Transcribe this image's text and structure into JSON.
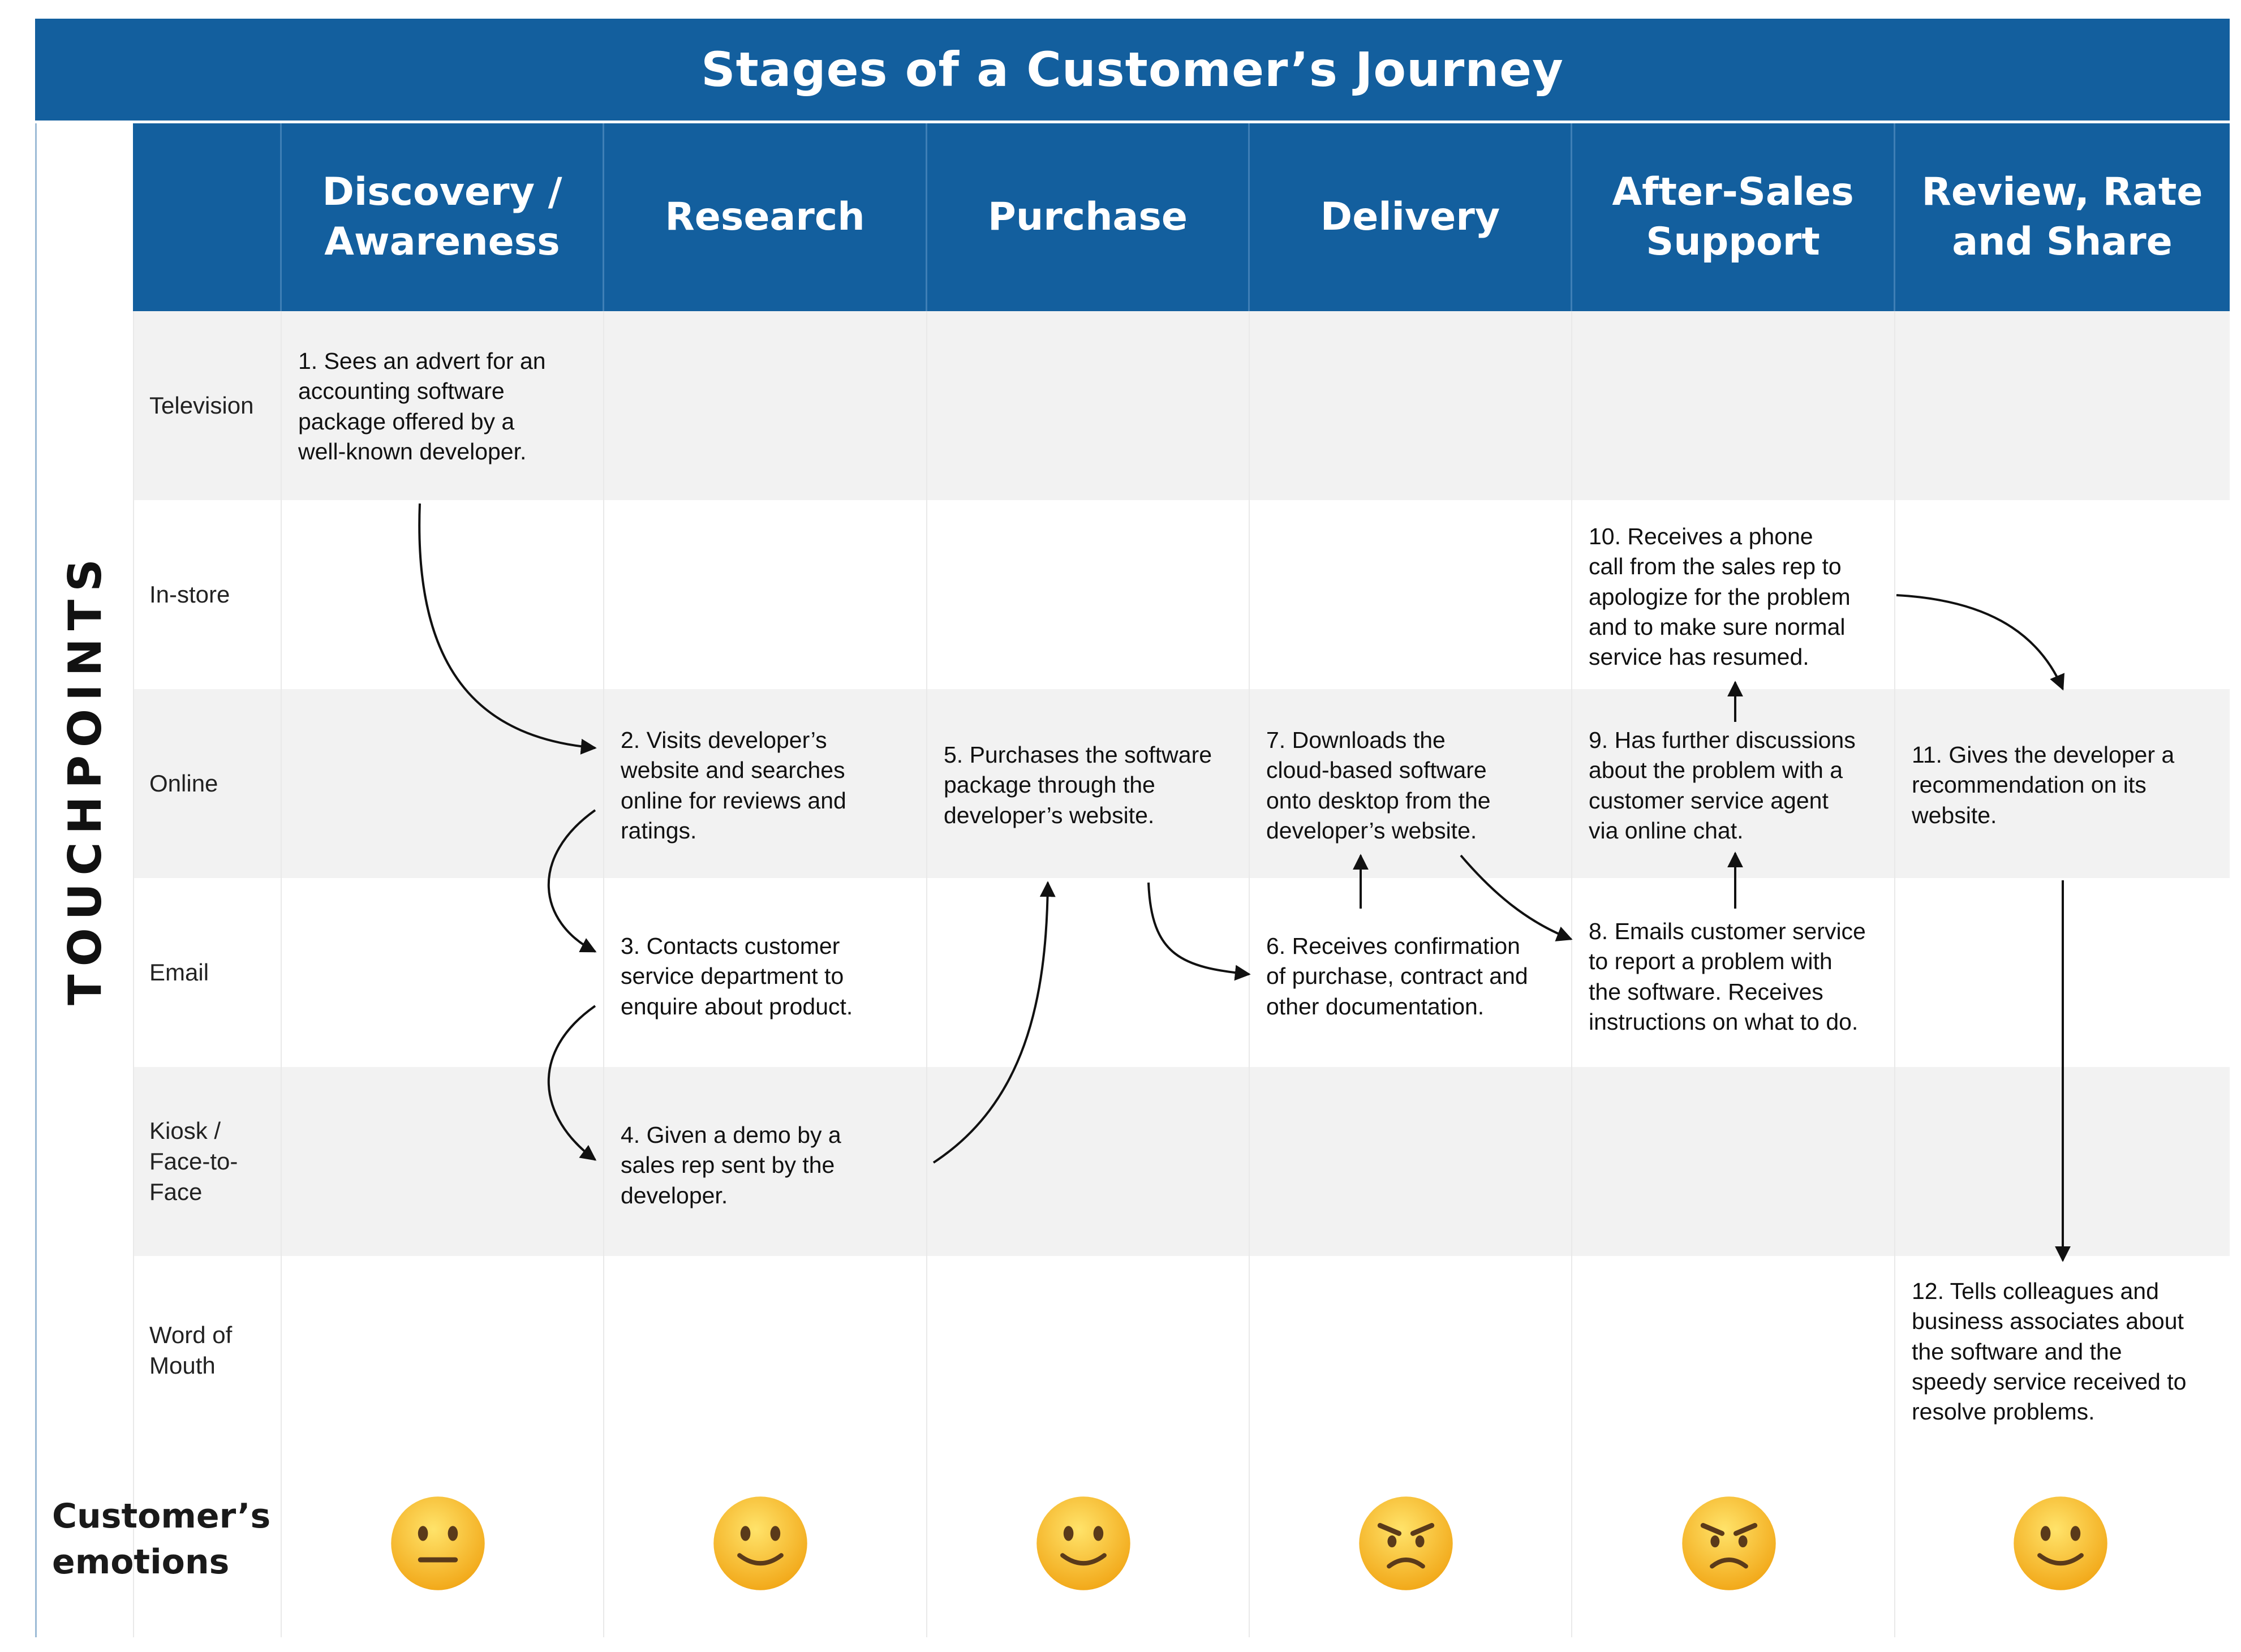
{
  "title": "Stages of a Customer’s Journey",
  "side_label": "TOUCHPOINTS",
  "stages": [
    {
      "label": "Discovery /\nAwareness"
    },
    {
      "label": "Research"
    },
    {
      "label": "Purchase"
    },
    {
      "label": "Delivery"
    },
    {
      "label": "After-Sales\nSupport"
    },
    {
      "label": "Review, Rate\nand Share"
    }
  ],
  "touchpoints": [
    {
      "label": "Television"
    },
    {
      "label": "In-store"
    },
    {
      "label": "Online"
    },
    {
      "label": "Email"
    },
    {
      "label": "Kiosk /\nFace-to-\nFace"
    },
    {
      "label": "Word of\nMouth"
    }
  ],
  "steps": [
    {
      "text": "1. Sees an advert for an\naccounting software\npackage offered by a\nwell-known developer."
    },
    {
      "text": "2. Visits developer’s\nwebsite and searches\nonline for reviews and\nratings."
    },
    {
      "text": "3. Contacts customer\nservice department to\nenquire about product."
    },
    {
      "text": "4. Given a demo by a\nsales rep sent by the\ndeveloper."
    },
    {
      "text": "5. Purchases the software\npackage through the\ndeveloper’s website."
    },
    {
      "text": "6. Receives confirmation\nof purchase, contract and\nother documentation."
    },
    {
      "text": "7. Downloads the\ncloud-based software\nonto desktop from the\ndeveloper’s website."
    },
    {
      "text": "8. Emails customer service\nto report a problem with\nthe software. Receives\ninstructions on what to do."
    },
    {
      "text": "9. Has further discussions\nabout the problem with a\ncustomer service agent\nvia online chat."
    },
    {
      "text": "10. Receives a phone\ncall from the sales rep to\napologize for the problem\nand to make sure normal\nservice has resumed."
    },
    {
      "text": "11. Gives the developer a\nrecommendation on its\nwebsite."
    },
    {
      "text": "12. Tells colleagues and\nbusiness associates about\nthe software and the\nspeedy service received to\nresolve problems."
    }
  ],
  "emotions_label": "Customer’s\nemotions",
  "emotions": [
    "neutral-face",
    "smiling-face",
    "smiling-face",
    "angry-face",
    "angry-face",
    "smiling-face"
  ],
  "colors": {
    "header_blue": "#135f9e",
    "row_gray": "#f2f2f2",
    "emoji_yellow": "#f7c01f"
  }
}
